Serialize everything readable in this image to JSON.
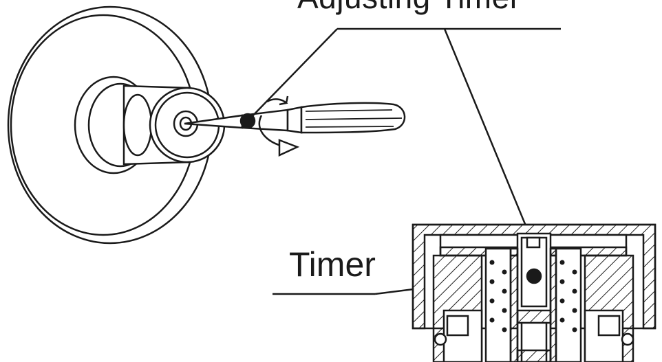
{
  "labels": {
    "adjusting_timer": "Adjusting Timer",
    "timer": "Timer"
  },
  "colors": {
    "ink": "#1a1a1a",
    "background": "#ffffff"
  },
  "icons": [
    "round-trim-plate",
    "valve-handle",
    "screwdriver",
    "rotation-arrow",
    "cartridge-cross-section"
  ]
}
